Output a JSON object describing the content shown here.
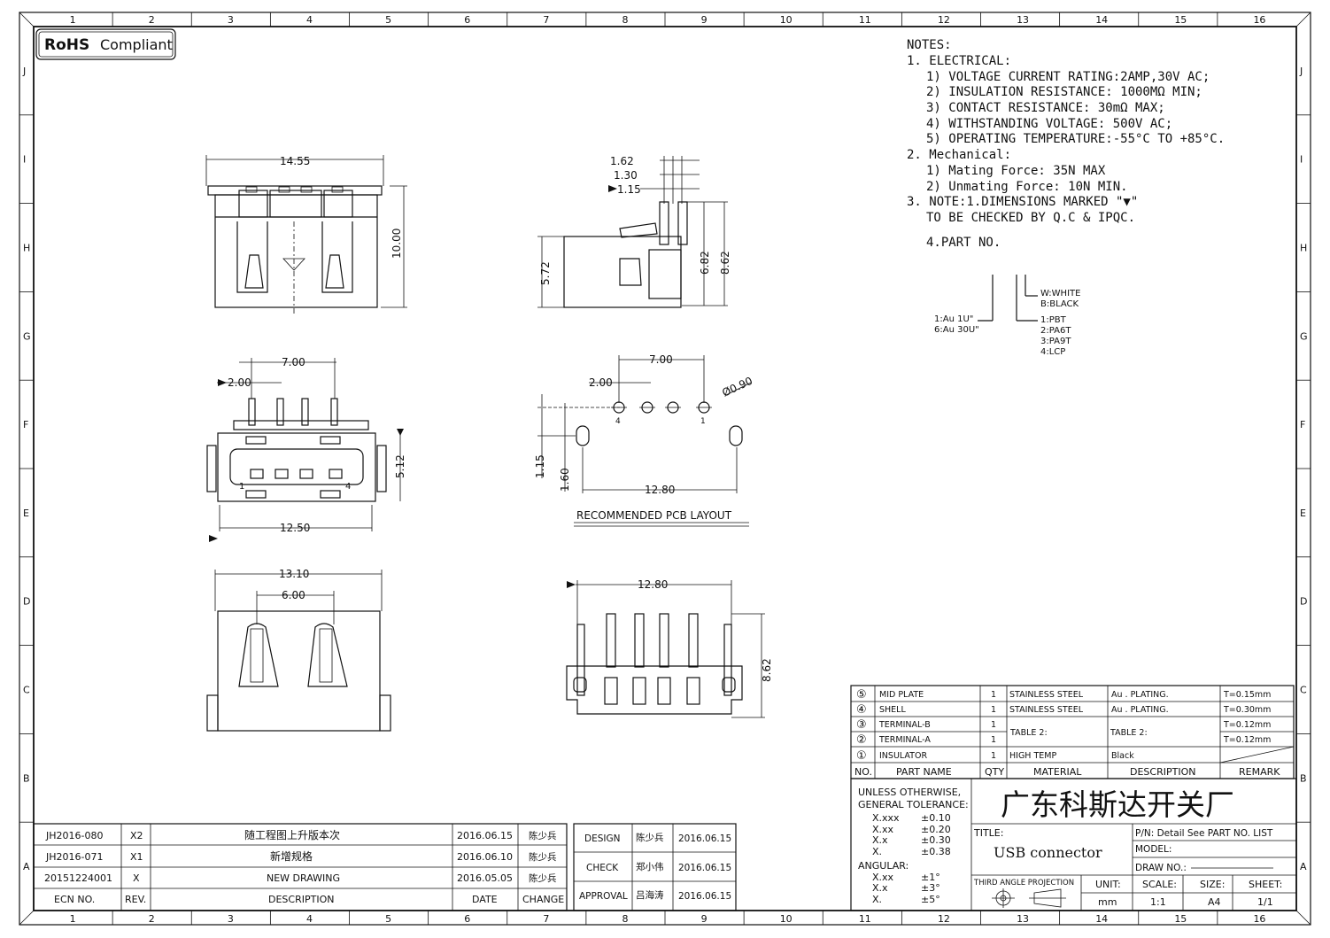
{
  "rohs": {
    "bold": "RoHS",
    "rest": "Compliant"
  },
  "grid": {
    "cols": [
      "1",
      "2",
      "3",
      "4",
      "5",
      "6",
      "7",
      "8",
      "9",
      "10",
      "11",
      "12",
      "13",
      "14",
      "15",
      "16"
    ],
    "rows": [
      "J",
      "I",
      "H",
      "G",
      "F",
      "E",
      "D",
      "C",
      "B",
      "A"
    ]
  },
  "notes": {
    "title": "NOTES:",
    "lines": [
      "1. ELECTRICAL:",
      "1) VOLTAGE CURRENT RATING:2AMP,30V AC;",
      "2) INSULATION RESISTANCE: 1000MΩ MIN;",
      "3) CONTACT RESISTANCE: 30mΩ MAX;",
      "4) WITHSTANDING VOLTAGE: 500V AC;",
      "5) OPERATING TEMPERATURE:-55°C TO +85°C.",
      "2. Mechanical:",
      "1) Mating Force:  35N MAX",
      "2) Unmating Force:  10N MIN.",
      "3. NOTE:1.DIMENSIONS MARKED \"▼\"",
      "TO BE CHECKED BY Q.C & IPQC.",
      "4.PART NO."
    ]
  },
  "part_no_legend": {
    "color": [
      "W:WHITE",
      "B:BLACK"
    ],
    "plating": [
      "1:Au 1U\"",
      "6:Au 30U\""
    ],
    "material": [
      "1:PBT",
      "2:PA6T",
      "3:PA9T",
      "4:LCP"
    ]
  },
  "dims": {
    "front_width": "14.55",
    "front_height": "10.00",
    "side_1": "1.62",
    "side_2": "1.30",
    "side_3": "1.15",
    "side_h1": "5.72",
    "side_h2": "6.82",
    "side_h3": "8.62",
    "pin_span": "7.00",
    "pin_pitch": "2.00",
    "face_h": "5.12",
    "face_w": "12.50",
    "pin1": "1",
    "pin4": "4",
    "pcb_span": "7.00",
    "pcb_pitch": "2.00",
    "pcb_hole": "Ø0.90",
    "pcb_h1": "1.15",
    "pcb_h2": "1.60",
    "pcb_w": "12.80",
    "pcb_label": "RECOMMENDED PCB LAYOUT",
    "bottom_w": "13.10",
    "bottom_slot": "6.00",
    "rear_w": "12.80",
    "rear_h": "8.62"
  },
  "bom": {
    "rows": [
      {
        "no": "⑤",
        "name": "MID PLATE",
        "qty": "1",
        "material": "STAINLESS STEEL",
        "desc": "Au . PLATING.",
        "remark": "T=0.15mm"
      },
      {
        "no": "④",
        "name": "SHELL",
        "qty": "1",
        "material": "STAINLESS STEEL",
        "desc": "Au . PLATING.",
        "remark": "T=0.30mm"
      },
      {
        "no": "③",
        "name": "TERMINAL-B",
        "qty": "1",
        "material": "TABLE 2:",
        "desc": "TABLE 2:",
        "remark": "T=0.12mm"
      },
      {
        "no": "②",
        "name": "TERMINAL-A",
        "qty": "1",
        "material": "",
        "desc": "",
        "remark": "T=0.12mm"
      },
      {
        "no": "①",
        "name": "INSULATOR",
        "qty": "1",
        "material": "HIGH TEMP",
        "desc": "Black",
        "remark": ""
      }
    ],
    "headers": {
      "no": "NO.",
      "name": "PART NAME",
      "qty": "QTY",
      "material": "MATERIAL",
      "desc": "DESCRIPTION",
      "remark": "REMARK"
    }
  },
  "tolerance": {
    "title1": "UNLESS OTHERWISE,",
    "title2": "GENERAL TOLERANCE:",
    "rows": [
      {
        "k": "X.xxx",
        "v": "±0.10"
      },
      {
        "k": "X.xx",
        "v": "±0.20"
      },
      {
        "k": "X.x",
        "v": "±0.30"
      },
      {
        "k": "X.",
        "v": "±0.38"
      }
    ],
    "angular": "ANGULAR:",
    "angular_rows": [
      {
        "k": "X.xx",
        "v": "±1°"
      },
      {
        "k": "X.x",
        "v": "±3°"
      },
      {
        "k": "X.",
        "v": "±5°"
      }
    ]
  },
  "titleblock": {
    "company": "广东科斯达开关厂",
    "title_label": "TITLE:",
    "title": "USB connector",
    "pn": "P/N: Detail  See  PART  NO.  LIST",
    "model": "MODEL:",
    "draw_no": "DRAW  NO.:",
    "projection": "THIRD  ANGLE  PROJECTION",
    "unit_label": "UNIT:",
    "unit": "mm",
    "scale_label": "SCALE:",
    "scale": "1:1",
    "size_label": "SIZE:",
    "size": "A4",
    "sheet_label": "SHEET:",
    "sheet": "1/1"
  },
  "revisions": {
    "rows": [
      {
        "ecn": "JH2016-080",
        "rev": "X2",
        "desc": "随工程图上升版本次",
        "date": "2016.06.15",
        "change": "陈少兵"
      },
      {
        "ecn": "JH2016-071",
        "rev": "X1",
        "desc": "新增规格",
        "date": "2016.06.10",
        "change": "陈少兵"
      },
      {
        "ecn": "20151224001",
        "rev": "X",
        "desc": "NEW  DRAWING",
        "date": "2016.05.05",
        "change": "陈少兵"
      }
    ],
    "headers": {
      "ecn": "ECN  NO.",
      "rev": "REV.",
      "desc": "DESCRIPTION",
      "date": "DATE",
      "change": "CHANGE"
    }
  },
  "approvals": [
    {
      "role": "DESIGN",
      "name": "陈少兵",
      "date": "2016.06.15"
    },
    {
      "role": "CHECK",
      "name": "郑小伟",
      "date": "2016.06.15"
    },
    {
      "role": "APPROVAL",
      "name": "吕海涛",
      "date": "2016.06.15"
    }
  ]
}
